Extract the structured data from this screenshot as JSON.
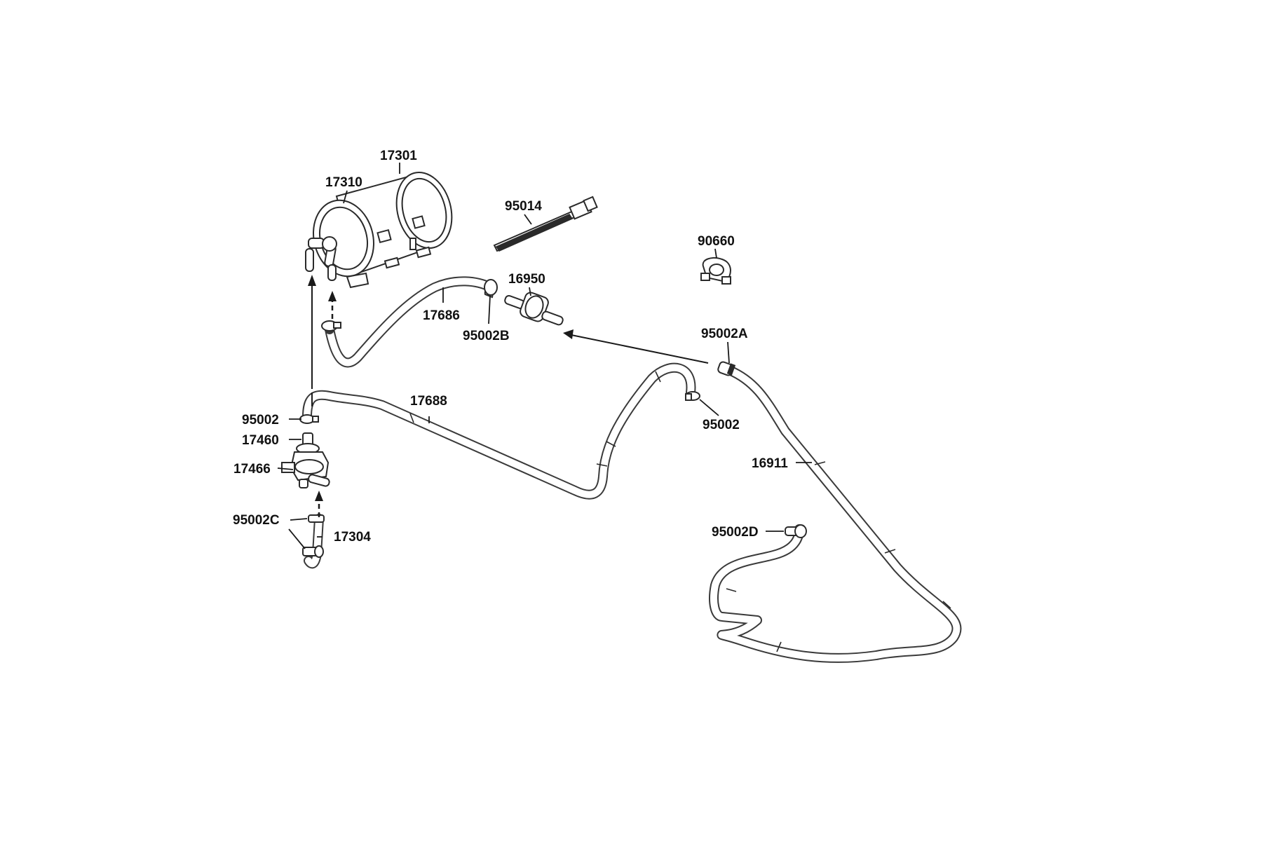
{
  "callouts": {
    "c17301": "17301",
    "c17310": "17310",
    "c95014": "95014",
    "c90660": "90660",
    "c16950": "16950",
    "c17686": "17686",
    "c95002B": "95002B",
    "c95002A": "95002A",
    "c17688": "17688",
    "c95002_left": "95002",
    "c17460": "17460",
    "c17466": "17466",
    "c95002_right": "95002",
    "c16911": "16911",
    "c95002C": "95002C",
    "c17304": "17304",
    "c95002D": "95002D"
  },
  "colors": {
    "line": "#2a2a2a",
    "background": "#ffffff"
  }
}
